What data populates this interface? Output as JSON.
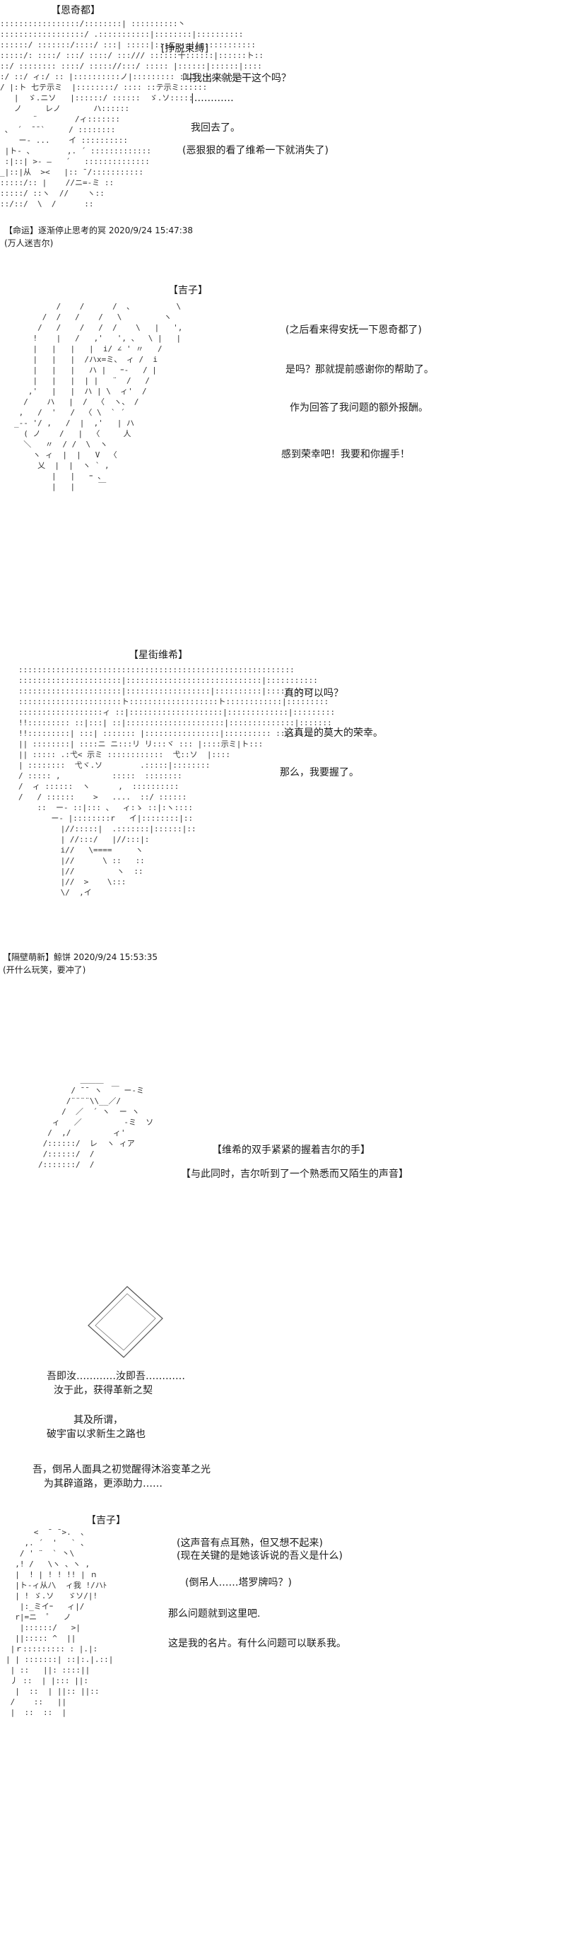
{
  "panel1": {
    "speaker": "【恩奇都】",
    "box_label": "[挣脱束缚]",
    "line1": "叫我出来就是干这个吗？",
    "line2": "|…………",
    "line3": "我回去了。",
    "line4": "(恶狠狠的看了维希一下就消失了)",
    "caption": "【命运】逐渐停止思考的冥 2020/9/24 15:47:38",
    "caption2": "(万人迷吉尔)"
  },
  "panel2": {
    "speaker": "【吉子】",
    "line1": "(之后看来得安抚一下恩奇都了)",
    "line2": "是吗？那就提前感谢你的帮助了。",
    "line3": "作为回答了我问题的额外报酬。",
    "line4": "感到荣幸吧！我要和你握手！"
  },
  "panel3": {
    "speaker": "【星街维希】",
    "line1": "真的可以吗？",
    "line2": "这真是的莫大的荣幸。",
    "line3": "那么，我要握了。",
    "caption": "【隔壁萌新】鲸饼 2020/9/24 15:53:35",
    "caption2": "(开什么玩笑，要冲了)"
  },
  "panel4": {
    "line1": "【维希的双手紧紧的握着吉尔的手】",
    "line2": "【与此同时，吉尔听到了一个熟悉而又陌生的声音】"
  },
  "panel5": {
    "line1": "吾即汝…………汝即吾…………",
    "line2": "汝于此，获得革新之契",
    "line3": "其及所谓，",
    "line4": "破宇宙以求新生之路也",
    "line5": "吾，倒吊人面具之初觉醒得沐浴变革之光",
    "line6": "为其辟道路，更添助力……"
  },
  "panel6": {
    "speaker": "【吉子】",
    "line1": "(这声音有点耳熟，但又想不起来)",
    "line2": "(现在关键的是她该诉说的吾义是什么)",
    "line3": "(倒吊人……塔罗牌吗？)",
    "line4": "那么问题就到这里吧.",
    "line5": "这是我的名片。有什么问题可以联系我。"
  },
  "aa": {
    "p1": ":::::::::::::::::/::::::::| ::::::::::丶\n::::::::::::::::::/ .:::::::::::|::::::::|::::::::::\n::::::/ :::::::/::::/ :::| :::::|:::ニ:::||::::::::::::\n:::::/: ::::/ :::/ ::::/ :::/// ::::::十::::::|::::::ト::\n::/ :::::::: ::::/ ::::://:::/ ::::: |::::::|::::::|::::\n:/ ::/ ィ:/ :: |::::::::::ノ|::::::::: ::ニ::::::::::\n/ |:ト 七テ示ミ  |::::::::/ :::: ::テ示ミ::::::\n   |  ゞ.ニソ   |::::::/ ::::::  ゞ.ソ:::::\n   ノ     レノ       ハ::::::\n       ¨        /ィ:::::::\n 、 ´  ̄ ̄ `     / ::::::::\n    ー- ...    イ ::::::::::\n |ト‐ 、       ,. ´ :::::::::::::\n :|::| >- ―   ´   ::::::::::::::\n_|::|从  ><   |:: ̄ /:::::::::::\n:::::/:: |    //ニ=-ミ ::\n:::::/ ::ヽ  //    ヽ::\n::/::/  \\  /      ::",
    "p2": "         /    /      /  、         \\\n      /  /   /    /   \\         ヽ\n     /   /    /   /  /    \\   |   ',\n    !    |   /   ,'   ', 、  \\ |   |\n    |   |   |   |  i/ ∠ ' 〃   /\n    |   |   |  /ハx=ミ、 ィ /  i\n    |   |   |   ハ |   ｰ-   / |\n    |   |   |  | |   ¨  /   /\n   ,'   |   |  ハ | \\  ィ'  /\n  /    ハ   |  /  〈  ヽ、 /\n ,   /  '   /  〈 \\  ` ´\n_-‐ '/ ,   /  |  ,'   | ハ\n  ( ノ    /   |  〈     人\n  ＼   〃  / /  \\  ヽ\n    ヽ ィ  |  |   V  〈\n     乂  |  |  ヽ ` ,\n        |   |   ｰ 、\n        |   |     ￣",
    "p3": ":::::::::::::::::::::::::::::::::::::::::::::::::::::::::::\n::::::::::::::::::::::|:::::::::::::::::::::::::::::|:::::::::::\n::::::::::::::::::::::|::::::::::::::::::|::::::::::|::::::::::\n::::::::::::::::::::::ト:::::::::::::::::::ト::::::::::::|:::::::::\n::::::::::::::::::ィ ::|::::::::::::::::::::|:::::::::::::|:::::::::\n!!::::::::: ::|:::| ::|:::::::::::::::::::::|::::::::::::::|:::::::\n!!:::::::::| :::| ::::::: |::::::::::::::::|:::::::::: ::|::::::\n|| ::::::::| ::::ニ ニ:::リ リ:::ヾ ::: |::::示ミ|ト:::\n|| ::::: .:弋< 示ミ ::::::::::::  弋::ソ  |::::\n| ::::::::  弋ヾ.ソ        .:::::|::::::::\n/ ::::: ,           :::::  ::::::::\n/  ィ ::::::  ヽ      ,  ::::::::::\n/   / ::::::    >   ....  ::/ ::::::\n    ::  ー‐ ::|::: 、  ィ:ゝ ::|:ヽ::::\n       ー‐ |::::::::r   イ|::::::::|::\n         |//:::::|  .:::::::|::::::|::\n         | //:::/   |//:::|:\n         i//   \\====     ヽ\n         |//      \\ ::   ::\n         |//         ヽ  ::\n         |//  >    \\:::\n         \\/  ,イ",
    "p4": "         ＿＿＿\n       / ̄ ̄  ヽ  ￣ ー-ミ\n      /¨¨¨¨\\\\__／/\n     /  ／  ´ ヽ  ー ヽ\n   ィ   ／         -ミ  ソ\n  /  ,/         ィ'\n /::::::/  レ  ヽ ィア\n /::::::/  /\n/:::::::/  /",
    "p6": "      <  ̄  ̄ >.  、\n    ,. ´  '   ` 、\n   / ' ¨  ` 丶\\ \n  ,! /   \\ヽ 、ヽ ,\n  |  ! | ! ! !! | ｎ\n  |ト-ィ从ﾉ\\  ィ我 !/ハﾄ\n  | ! ゞ.ソ   ゞソ/|!\n   |:_ミイｰ   ィ|/\n  r|=ニ  ゜  ノ\n   |::::::/   >|\n  ||::::: ^  ||\n |ｒ::::::::: : |.|: \n| | :::::::| ::|:.|.::|\n | ::   ||: ::::|| \n 丿 ::  | |::: ||:\n  |  ::  | ||:: ||::\n /    ::   ||  \n |  ::  ::  |"
  }
}
